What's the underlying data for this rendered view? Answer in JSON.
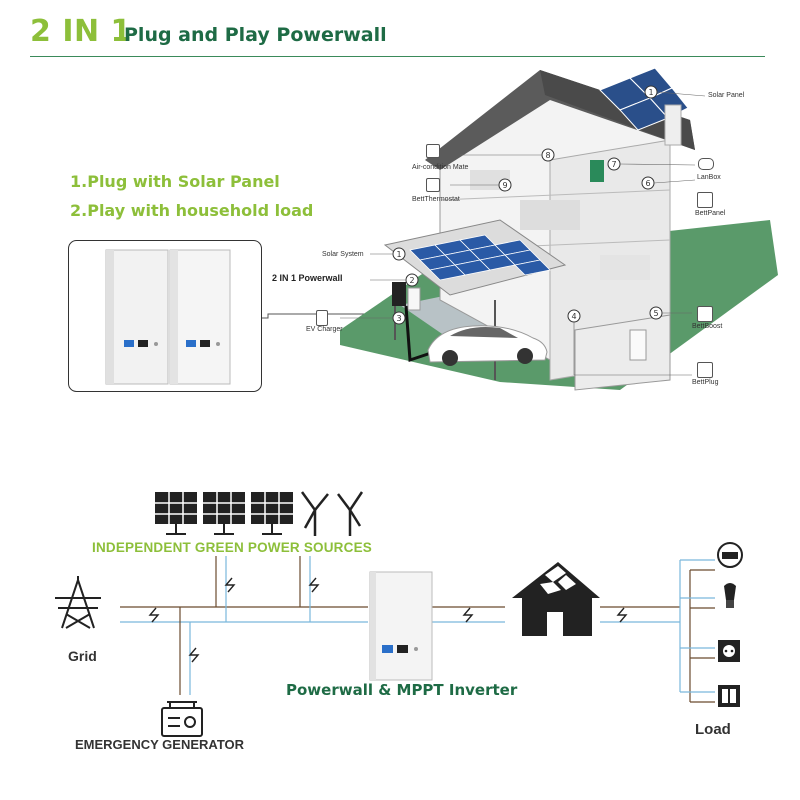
{
  "header": {
    "title_big": "2 IN 1",
    "title_small": "Plug and Play Powerwall"
  },
  "features": [
    "1.Plug with Solar Panel",
    "2.Play with household load"
  ],
  "house_callouts": {
    "solar_panel": "Solar Panel",
    "air_condition_mate": "Air-condition Mate",
    "bett_thermostat": "BettThermostat",
    "lan_box": "LanBox",
    "bett_panel": "BettPanel",
    "solar_system": "Solar System",
    "powerwall_2in1": "2 IN 1 Powerwall",
    "ev_charger": "EV Charger",
    "bett_boost": "BettBoost",
    "bett_plug": "BettPlug"
  },
  "house_numbers": [
    "1",
    "2",
    "3",
    "4",
    "5",
    "6",
    "7",
    "8",
    "9"
  ],
  "system": {
    "green_sources": "INDEPENDENT GREEN POWER SOURCES",
    "grid": "Grid",
    "generator": "EMERGENCY GENERATOR",
    "inverter": "Powerwall & MPPT Inverter",
    "load": "Load"
  },
  "colors": {
    "title_green": "#8dbf3a",
    "dark_green": "#1e6b45",
    "lawn": "#5a9a6a",
    "line_brown": "#6b4b2e",
    "line_blue": "#7ab8dc"
  }
}
